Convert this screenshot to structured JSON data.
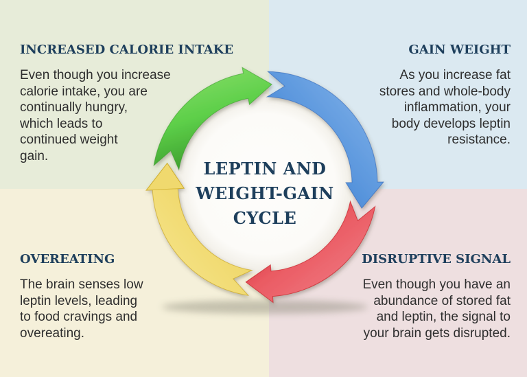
{
  "title": "Leptin and Weight-Gain Cycle",
  "center_label": "LEPTIN AND\nWEIGHT-GAIN\nCYCLE",
  "colors": {
    "heading": "#1E3F5C",
    "body": "#2E2E2E"
  },
  "quadrants": {
    "top_left": {
      "heading": "INCREASED CALORIE INTAKE",
      "body": "Even though you increase\ncalorie intake, you are\ncontinually hungry,\nwhich leads to\ncontinued weight\ngain.",
      "bg": "#E7ECD9"
    },
    "top_right": {
      "heading": "GAIN WEIGHT",
      "body": "As you increase fat\nstores and whole-body\ninflammation, your\nbody develops leptin\nresistance.",
      "bg": "#DBE9F1"
    },
    "bottom_left": {
      "heading": "OVEREATING",
      "body": "The brain senses low\nleptin levels, leading\nto food cravings and\novereating.",
      "bg": "#F5F0DA"
    },
    "bottom_right": {
      "heading": "DISRUPTIVE SIGNAL",
      "body": "Even though you have an\nabundance of stored fat\nand leptin, the signal to\nyour brain gets disrupted.",
      "bg": "#EEDFE0"
    }
  },
  "cycle": {
    "inner_circle": "#FCFBF8",
    "shadow": "#8A8878",
    "segments": [
      {
        "name": "increased-calorie-intake-arrow",
        "position": "top-left",
        "light": "#8FE06E",
        "main": "#5DCF49",
        "dark": "#3C9C2D"
      },
      {
        "name": "gain-weight-arrow",
        "position": "top-right",
        "light": "#8AB8EC",
        "main": "#5794DC",
        "dark": "#2F66B5"
      },
      {
        "name": "disruptive-signal-arrow",
        "position": "bottom-right",
        "light": "#F2858D",
        "main": "#EA5A62",
        "dark": "#C00D18"
      },
      {
        "name": "overeating-arrow",
        "position": "bottom-left",
        "light": "#F8E893",
        "main": "#F0D96E",
        "dark": "#C49E10"
      }
    ]
  }
}
